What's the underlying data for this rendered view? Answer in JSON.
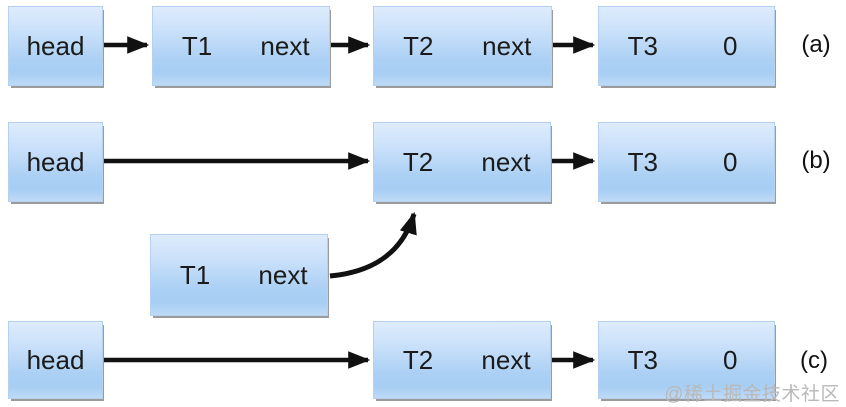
{
  "diagram": {
    "description": "linked-list-node-deletion-steps",
    "colors": {
      "box_gradient_top": "#deecfd",
      "box_gradient_bottom": "#bedaf7",
      "box_border": "#b6d0ef",
      "box_shadow": "#9b9b9b",
      "arrow": "#111111",
      "text": "#1b1b1b",
      "watermark_text": "#b9b9b9"
    },
    "watermark": "@稀土掘金技术社区",
    "rows": [
      {
        "label": "(a)",
        "head_label": "head",
        "nodes": [
          {
            "data": "T1",
            "pointer": "next"
          },
          {
            "data": "T2",
            "pointer": "next"
          },
          {
            "data": "T3",
            "pointer": "0"
          }
        ]
      },
      {
        "label": "(b)",
        "head_label": "head",
        "nodes": [
          {
            "data": "T2",
            "pointer": "next"
          },
          {
            "data": "T3",
            "pointer": "0"
          }
        ],
        "detached_node": {
          "data": "T1",
          "pointer": "next"
        }
      },
      {
        "label": "(c)",
        "head_label": "head",
        "nodes": [
          {
            "data": "T2",
            "pointer": "next"
          },
          {
            "data": "T3",
            "pointer": "0"
          }
        ]
      }
    ]
  }
}
